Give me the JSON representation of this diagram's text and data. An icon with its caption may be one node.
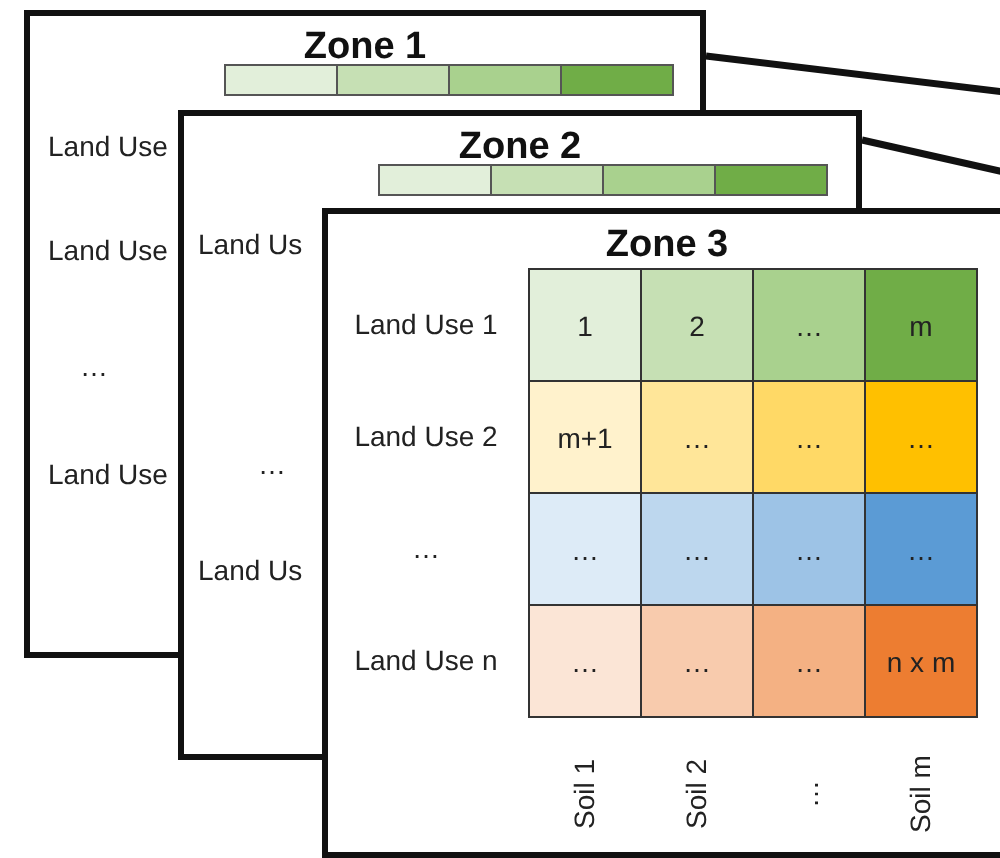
{
  "diagram": {
    "nodes": [
      {
        "text": [
          "Zone 1"
        ]
      },
      {
        "text": [
          "Zone 2"
        ]
      },
      {
        "text": [
          "Zone 3"
        ]
      }
    ],
    "edges": [
      {
        "from": 0,
        "to": null,
        "arrow": "none"
      },
      {
        "from": 1,
        "to": null,
        "arrow": "none"
      }
    ],
    "labels": [
      "Land Use",
      "Land Use",
      "…",
      "Land Use",
      "Land Us",
      "…",
      "Land Us",
      "Land Use 1",
      "1",
      "2",
      "…",
      "m",
      "Land Use 2",
      "m+1",
      "…",
      "…",
      "…",
      "…",
      "…",
      "…",
      "…",
      "…",
      "Land Use n",
      "…",
      "…",
      "…",
      "n x m",
      "Soil 1",
      "Soil 2",
      "…",
      "Soil m"
    ]
  }
}
